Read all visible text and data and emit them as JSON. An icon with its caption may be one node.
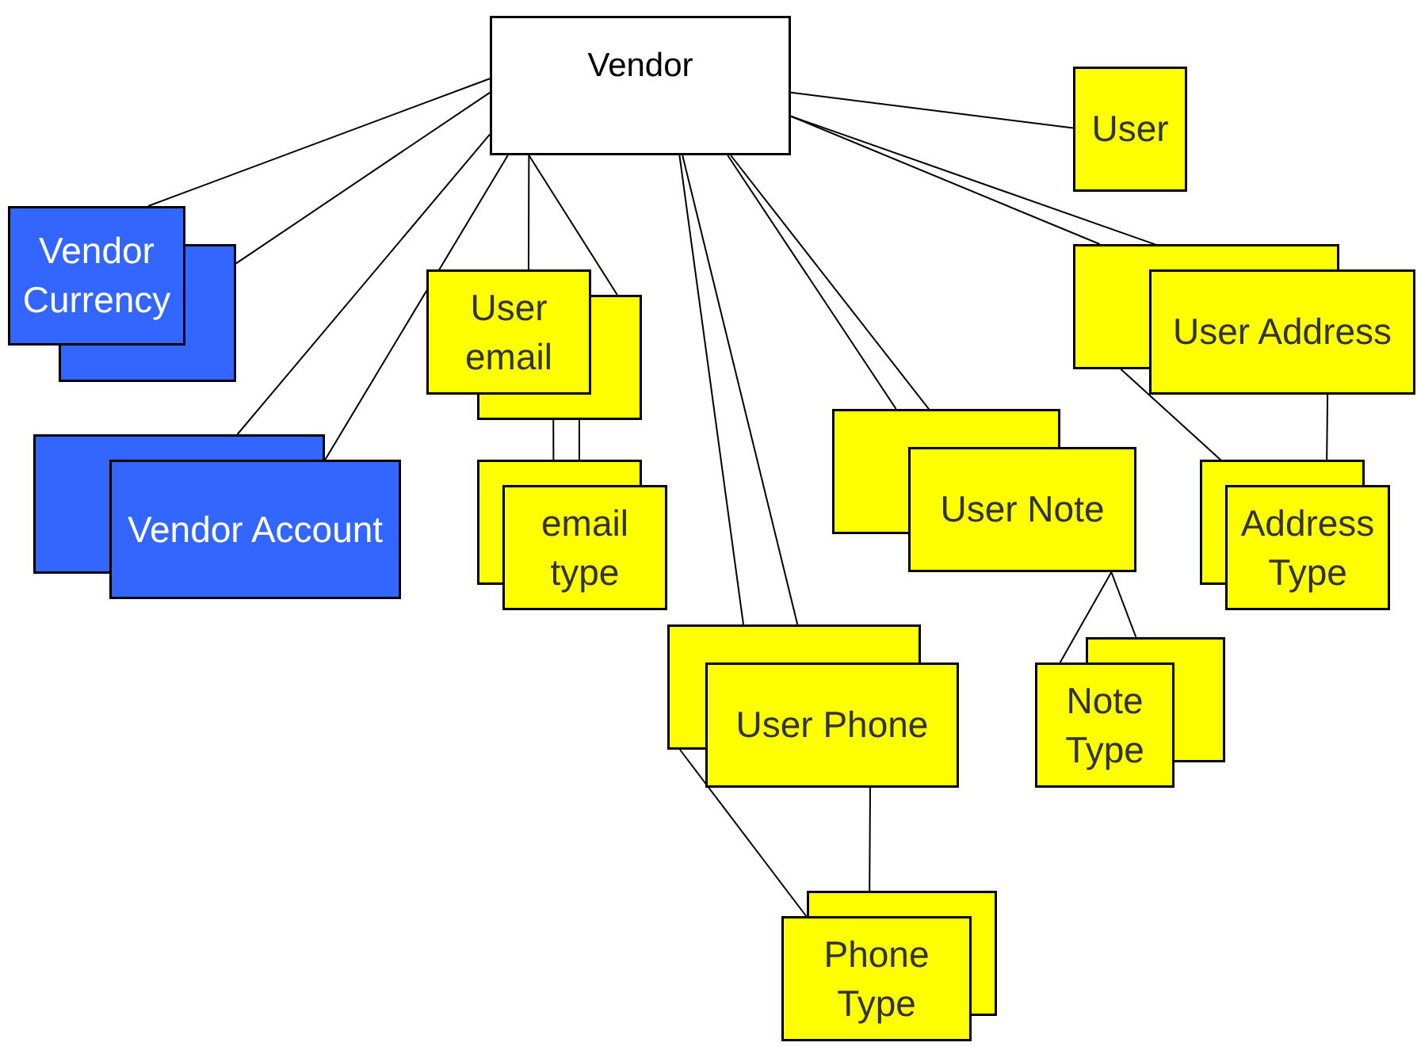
{
  "diagram": {
    "nodes": [
      {
        "text": [
          "Vendor"
        ]
      },
      {
        "text": [
          "User"
        ]
      },
      {
        "text": [
          "Vendor Currency"
        ]
      },
      {
        "text": [
          "Vendor Account"
        ]
      },
      {
        "text": [
          "User email"
        ]
      },
      {
        "text": [
          "email type"
        ]
      },
      {
        "text": [
          "User Note"
        ]
      },
      {
        "text": [
          "User Address"
        ]
      },
      {
        "text": [
          "Address Type"
        ]
      },
      {
        "text": [
          "User Phone"
        ]
      },
      {
        "text": [
          "Note Type"
        ]
      },
      {
        "text": [
          "Phone Type"
        ]
      }
    ],
    "edges": [
      {
        "from": 0,
        "to": 2,
        "arrow": "none"
      },
      {
        "from": 0,
        "to": 2,
        "arrow": "none"
      },
      {
        "from": 0,
        "to": 3,
        "arrow": "none"
      },
      {
        "from": 0,
        "to": 3,
        "arrow": "none"
      },
      {
        "from": 0,
        "to": 4,
        "arrow": "none"
      },
      {
        "from": 0,
        "to": 4,
        "arrow": "none"
      },
      {
        "from": 0,
        "to": 1,
        "arrow": "none"
      },
      {
        "from": 0,
        "to": 7,
        "arrow": "none"
      },
      {
        "from": 0,
        "to": 7,
        "arrow": "none"
      },
      {
        "from": 0,
        "to": 6,
        "arrow": "none"
      },
      {
        "from": 0,
        "to": 6,
        "arrow": "none"
      },
      {
        "from": 0,
        "to": 9,
        "arrow": "none"
      },
      {
        "from": 0,
        "to": 9,
        "arrow": "none"
      },
      {
        "from": 4,
        "to": 5,
        "arrow": "none"
      },
      {
        "from": 4,
        "to": 5,
        "arrow": "none"
      },
      {
        "from": 7,
        "to": 8,
        "arrow": "none"
      },
      {
        "from": 7,
        "to": 8,
        "arrow": "none"
      },
      {
        "from": 6,
        "to": 10,
        "arrow": "none"
      },
      {
        "from": 6,
        "to": 10,
        "arrow": "none"
      },
      {
        "from": 9,
        "to": 11,
        "arrow": "none"
      },
      {
        "from": 9,
        "to": 11,
        "arrow": "none"
      }
    ]
  }
}
